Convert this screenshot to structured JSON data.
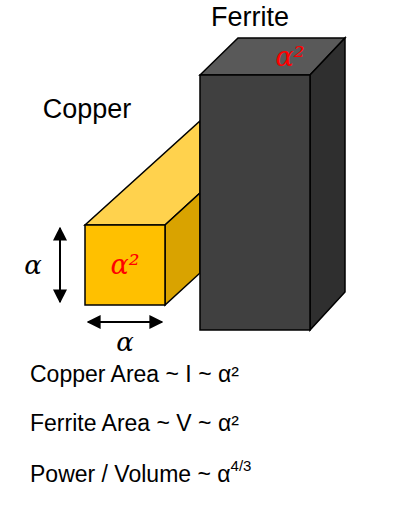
{
  "diagram": {
    "nodes": [
      {
        "text": [
          "Copper",
          "α²"
        ]
      },
      {
        "text": [
          "Ferrite",
          "α²"
        ]
      }
    ],
    "labels": [
      "α",
      "α",
      "Copper Area ~ I ~ α²",
      "Ferrite Area ~ V ~ α²",
      "Power / Volume ~ α",
      "4/3"
    ]
  }
}
